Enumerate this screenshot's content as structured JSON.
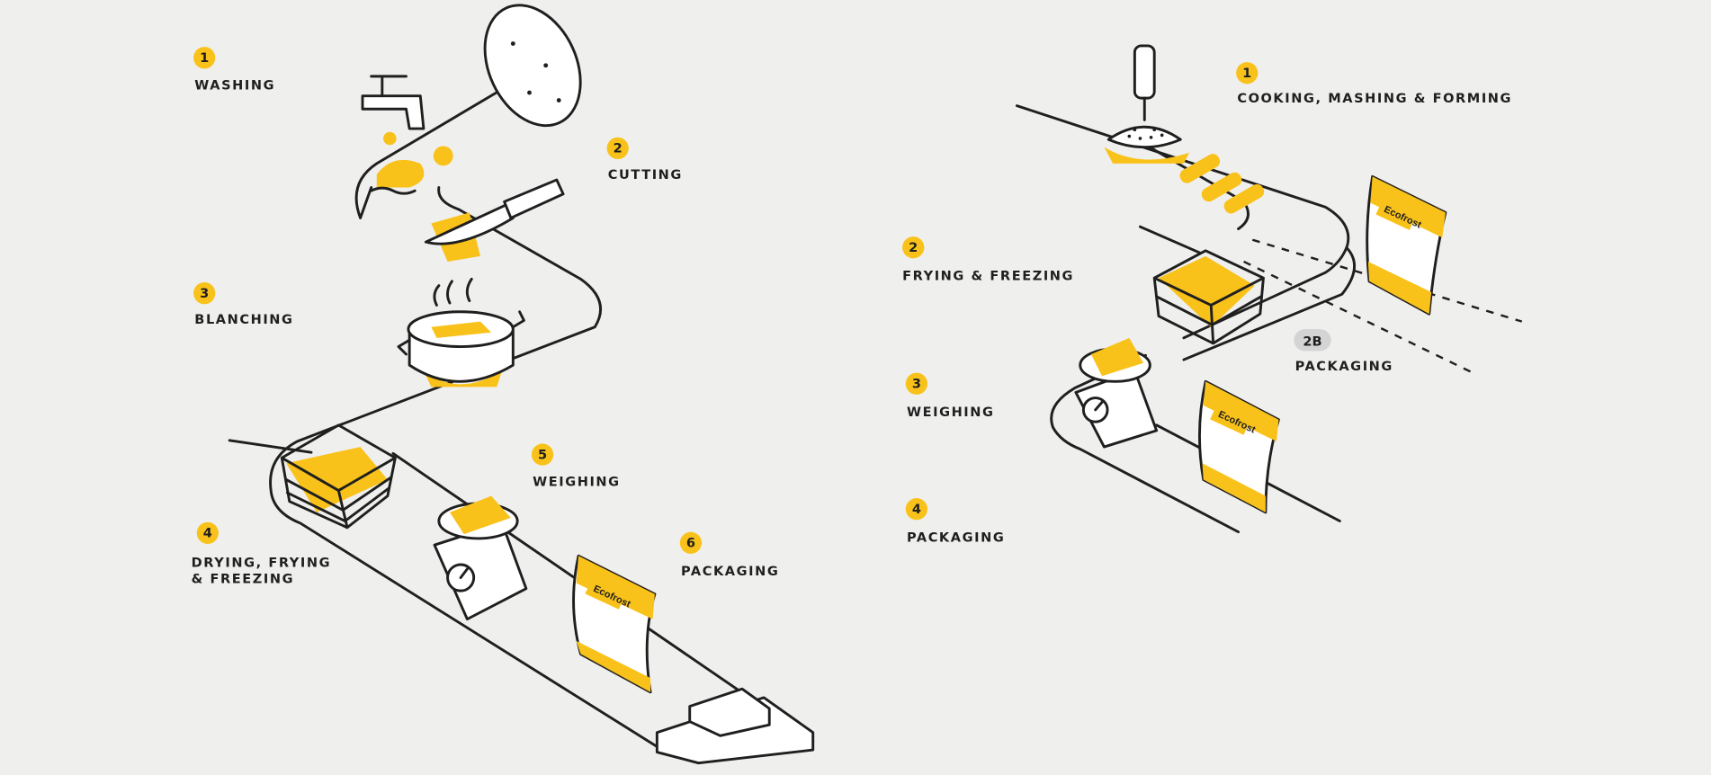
{
  "left_process": {
    "steps": [
      {
        "number": "1",
        "label": "WASHING"
      },
      {
        "number": "2",
        "label": "CUTTING"
      },
      {
        "number": "3",
        "label": "BLANCHING"
      },
      {
        "number": "4",
        "label_line1": "DRYING, FRYING",
        "label_line2": "& FREEZING"
      },
      {
        "number": "5",
        "label": "WEIGHING"
      },
      {
        "number": "6",
        "label": "PACKAGING"
      }
    ]
  },
  "right_process": {
    "steps": [
      {
        "number": "1",
        "label": "COOKING, MASHING & FORMING"
      },
      {
        "number": "2",
        "label": "FRYING & FREEZING"
      },
      {
        "number": "2B",
        "label": "PACKAGING"
      },
      {
        "number": "3",
        "label": "WEIGHING"
      },
      {
        "number": "4",
        "label": "PACKAGING"
      }
    ]
  },
  "package_brand": "Ecofrost",
  "colors": {
    "accent": "#f9c21a",
    "ink": "#1f1f1f",
    "background": "#efefee",
    "badge_grey": "#d4d4d4"
  }
}
